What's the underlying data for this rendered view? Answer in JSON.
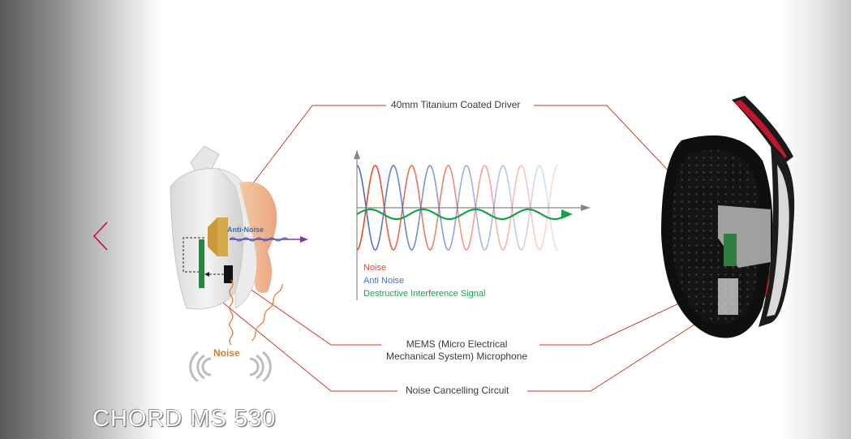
{
  "callouts": {
    "driver": "40mm Titanium Coated Driver",
    "mems_line1": "MEMS (Micro Electrical",
    "mems_line2": "Mechanical System) Microphone",
    "circuit": "Noise Cancelling Circuit"
  },
  "legend": {
    "noise": "Noise",
    "anti_noise": "Anti Noise",
    "destructive": "Destructive Interference Signal"
  },
  "diagram_labels": {
    "anti_noise": "Anti-Noise",
    "noise": "Noise"
  },
  "brand": {
    "name": "CHORD MS 530"
  },
  "colors": {
    "noise": "#e8462a",
    "anti_noise": "#4a6fc4",
    "destructive": "#1aa04a",
    "callout_line": "#d33a2a",
    "arrow": "#7a3aa8",
    "nav_arrow": "#c8102e"
  },
  "icons": {
    "prev": "chevron-left-icon"
  }
}
